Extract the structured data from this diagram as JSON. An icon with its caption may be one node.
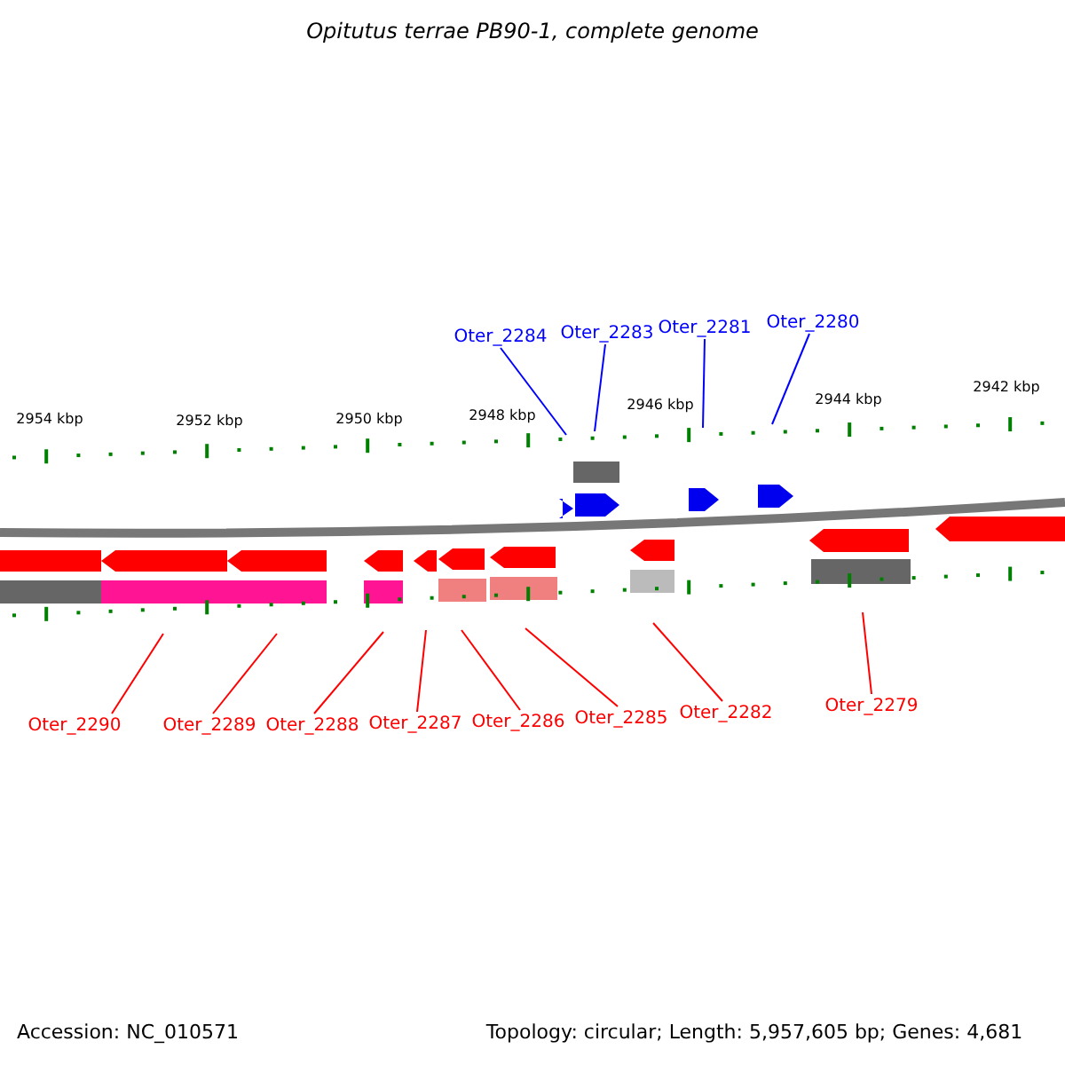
{
  "diagram": {
    "title": "Opitutus terrae PB90-1, complete genome",
    "nodes": [
      {
        "text": [
          "Oter_2284"
        ]
      },
      {
        "text": [
          "Oter_2283"
        ]
      },
      {
        "text": [
          "Oter_2281"
        ]
      },
      {
        "text": [
          "Oter_2280"
        ]
      },
      {
        "text": [
          "Oter_2290"
        ]
      },
      {
        "text": [
          "Oter_2289"
        ]
      },
      {
        "text": [
          "Oter_2288"
        ]
      },
      {
        "text": [
          "Oter_2287"
        ]
      },
      {
        "text": [
          "Oter_2286"
        ]
      },
      {
        "text": [
          "Oter_2285"
        ]
      },
      {
        "text": [
          "Oter_2282"
        ]
      },
      {
        "text": [
          "Oter_2279"
        ]
      }
    ],
    "edges": [
      {
        "from": 0,
        "to": null,
        "arrow": "none",
        "color": "#0000ff"
      },
      {
        "from": 1,
        "to": null,
        "arrow": "none",
        "color": "#0000ff"
      },
      {
        "from": 2,
        "to": null,
        "arrow": "none",
        "color": "#0000ff"
      },
      {
        "from": 3,
        "to": null,
        "arrow": "none",
        "color": "#0000ff"
      },
      {
        "from": 4,
        "to": null,
        "arrow": "none"
      },
      {
        "from": 5,
        "to": null,
        "arrow": "none"
      },
      {
        "from": 6,
        "to": null,
        "arrow": "none"
      },
      {
        "from": 7,
        "to": null,
        "arrow": "none"
      },
      {
        "from": 8,
        "to": null,
        "arrow": "none"
      },
      {
        "from": 9,
        "to": null,
        "arrow": "none"
      },
      {
        "from": 10,
        "to": null,
        "arrow": "none"
      },
      {
        "from": 11,
        "to": null,
        "arrow": "none"
      }
    ],
    "labels": [
      "2954 kbp",
      "2952 kbp",
      "2950 kbp",
      "2948 kbp",
      "2946 kbp",
      "2944 kbp",
      "2942 kbp",
      "Accession: NC_010571",
      "Topology: circular; Length: 5,957,605 bp; Genes: 4,681"
    ]
  }
}
